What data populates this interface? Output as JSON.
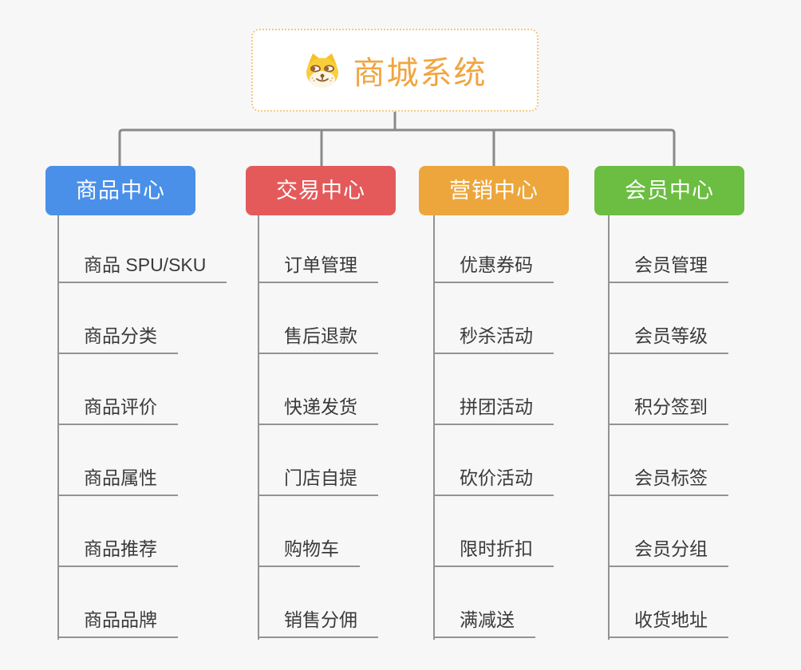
{
  "root": {
    "title": "商城系统",
    "icon": "dog-face-icon",
    "accent_color": "#f0a541",
    "border_color": "#f5c87e",
    "background": "#ffffff"
  },
  "colors": {
    "page_background": "#f7f7f7",
    "connector": "#8a8a8a",
    "leaf_line": "#939393",
    "leaf_text": "#3a3a3a"
  },
  "branches": [
    {
      "label": "商品中心",
      "color": "#4a90e8",
      "children": [
        "商品 SPU/SKU",
        "商品分类",
        "商品评价",
        "商品属性",
        "商品推荐",
        "商品品牌"
      ]
    },
    {
      "label": "交易中心",
      "color": "#e45a5a",
      "children": [
        "订单管理",
        "售后退款",
        "快递发货",
        "门店自提",
        "购物车",
        "销售分佣"
      ]
    },
    {
      "label": "营销中心",
      "color": "#eca63c",
      "children": [
        "优惠券码",
        "秒杀活动",
        "拼团活动",
        "砍价活动",
        "限时折扣",
        "满减送"
      ]
    },
    {
      "label": "会员中心",
      "color": "#6bbe41",
      "children": [
        "会员管理",
        "会员等级",
        "积分签到",
        "会员标签",
        "会员分组",
        "收货地址"
      ]
    }
  ]
}
